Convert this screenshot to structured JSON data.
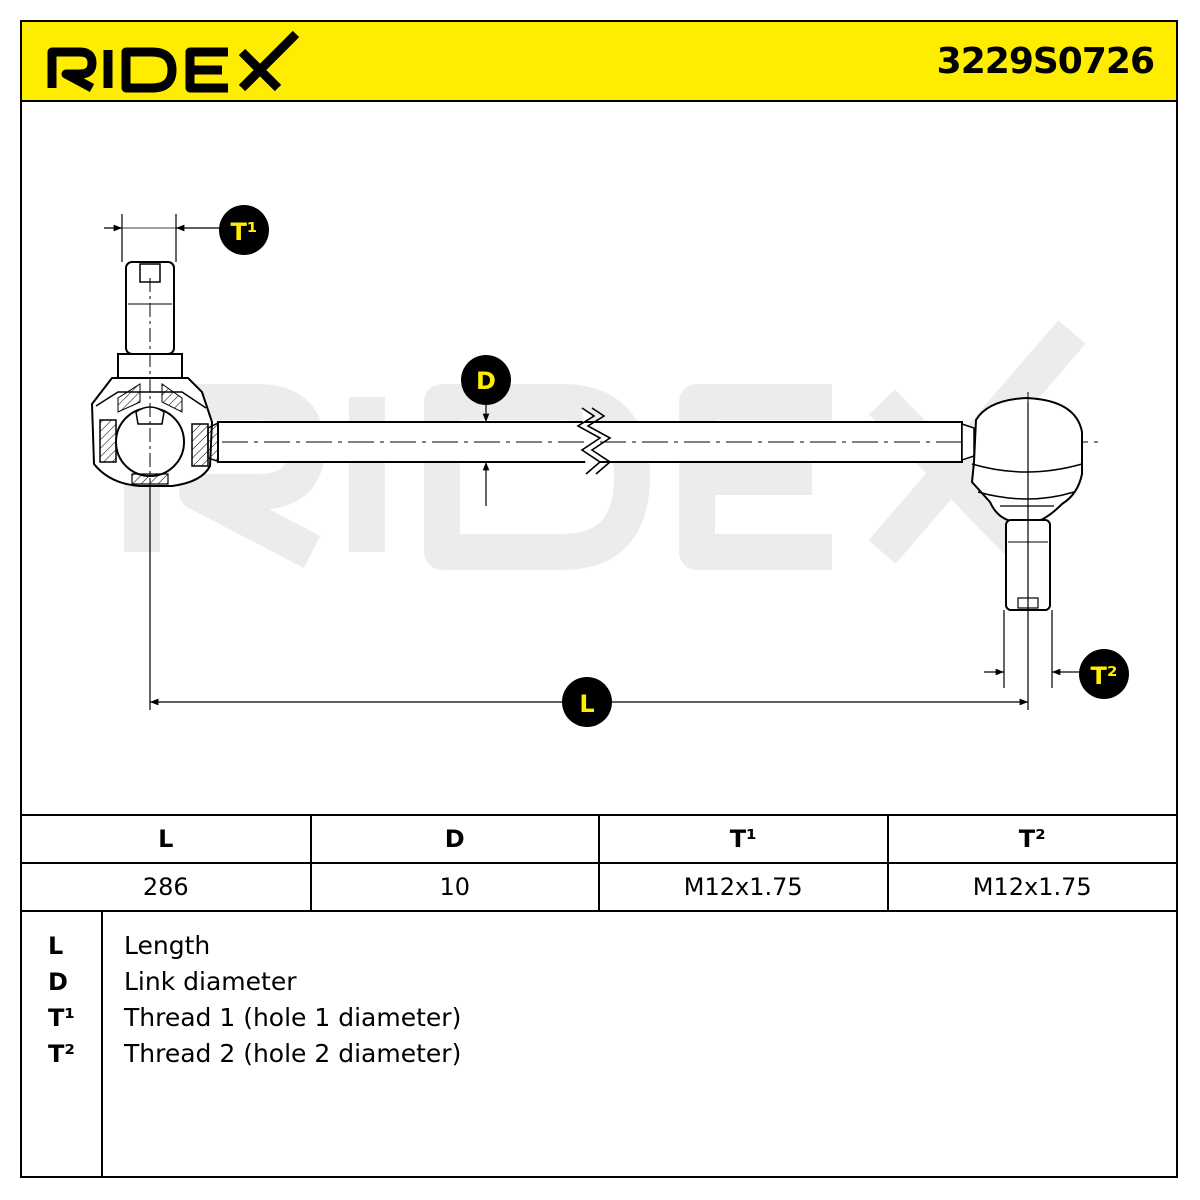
{
  "header": {
    "brand": "RIDEX",
    "part_number": "3229S0726",
    "brand_color": "#ffed00"
  },
  "drawing": {
    "watermark": "RIDEX",
    "callouts": {
      "t1": "T¹",
      "d": "D",
      "l": "L",
      "t2": "T²"
    }
  },
  "specs": {
    "headers": [
      "L",
      "D",
      "T¹",
      "T²"
    ],
    "values": [
      "286",
      "10",
      "M12x1.75",
      "M12x1.75"
    ]
  },
  "legend": [
    {
      "symbol": "L",
      "text": "Length"
    },
    {
      "symbol": "D",
      "text": "Link diameter"
    },
    {
      "symbol": "T¹",
      "text": "Thread 1 (hole 1 diameter)"
    },
    {
      "symbol": "T²",
      "text": "Thread 2 (hole 2 diameter)"
    }
  ]
}
